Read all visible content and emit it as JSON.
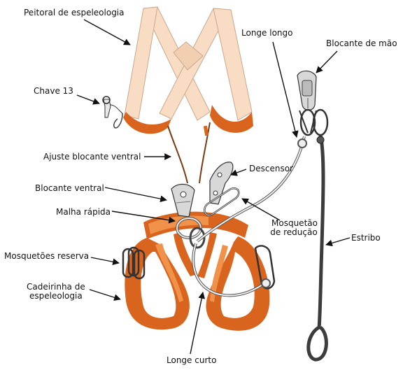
{
  "labels": {
    "peitoral": "Peitoral de espeleologia",
    "longe_longo": "Longe longo",
    "blocante_mao": "Blocante de mão",
    "chave13": "Chave 13",
    "ajuste": "Ajuste blocante ventral",
    "descensor": "Descensor",
    "blocante_ventral": "Blocante ventral",
    "malha_rapida": "Malha rápida",
    "mosquetao_reducao_1": "Mosquetão",
    "mosquetao_reducao_2": "de redução",
    "estribo": "Estribo",
    "mosquetoes_reserva": "Mosquetões reserva",
    "cadeirinha_1": "Cadeirinha de",
    "cadeirinha_2": "espeleologia",
    "longe_curto": "Longe curto"
  },
  "colors": {
    "webbing_light": "#f9dcc4",
    "webbing_outline": "#c8a88e",
    "webbing_orange": "#d9641e",
    "webbing_orange_light": "#f0924a",
    "rope_grey": "#4a4a4a",
    "metal": "#d8d8d8"
  }
}
